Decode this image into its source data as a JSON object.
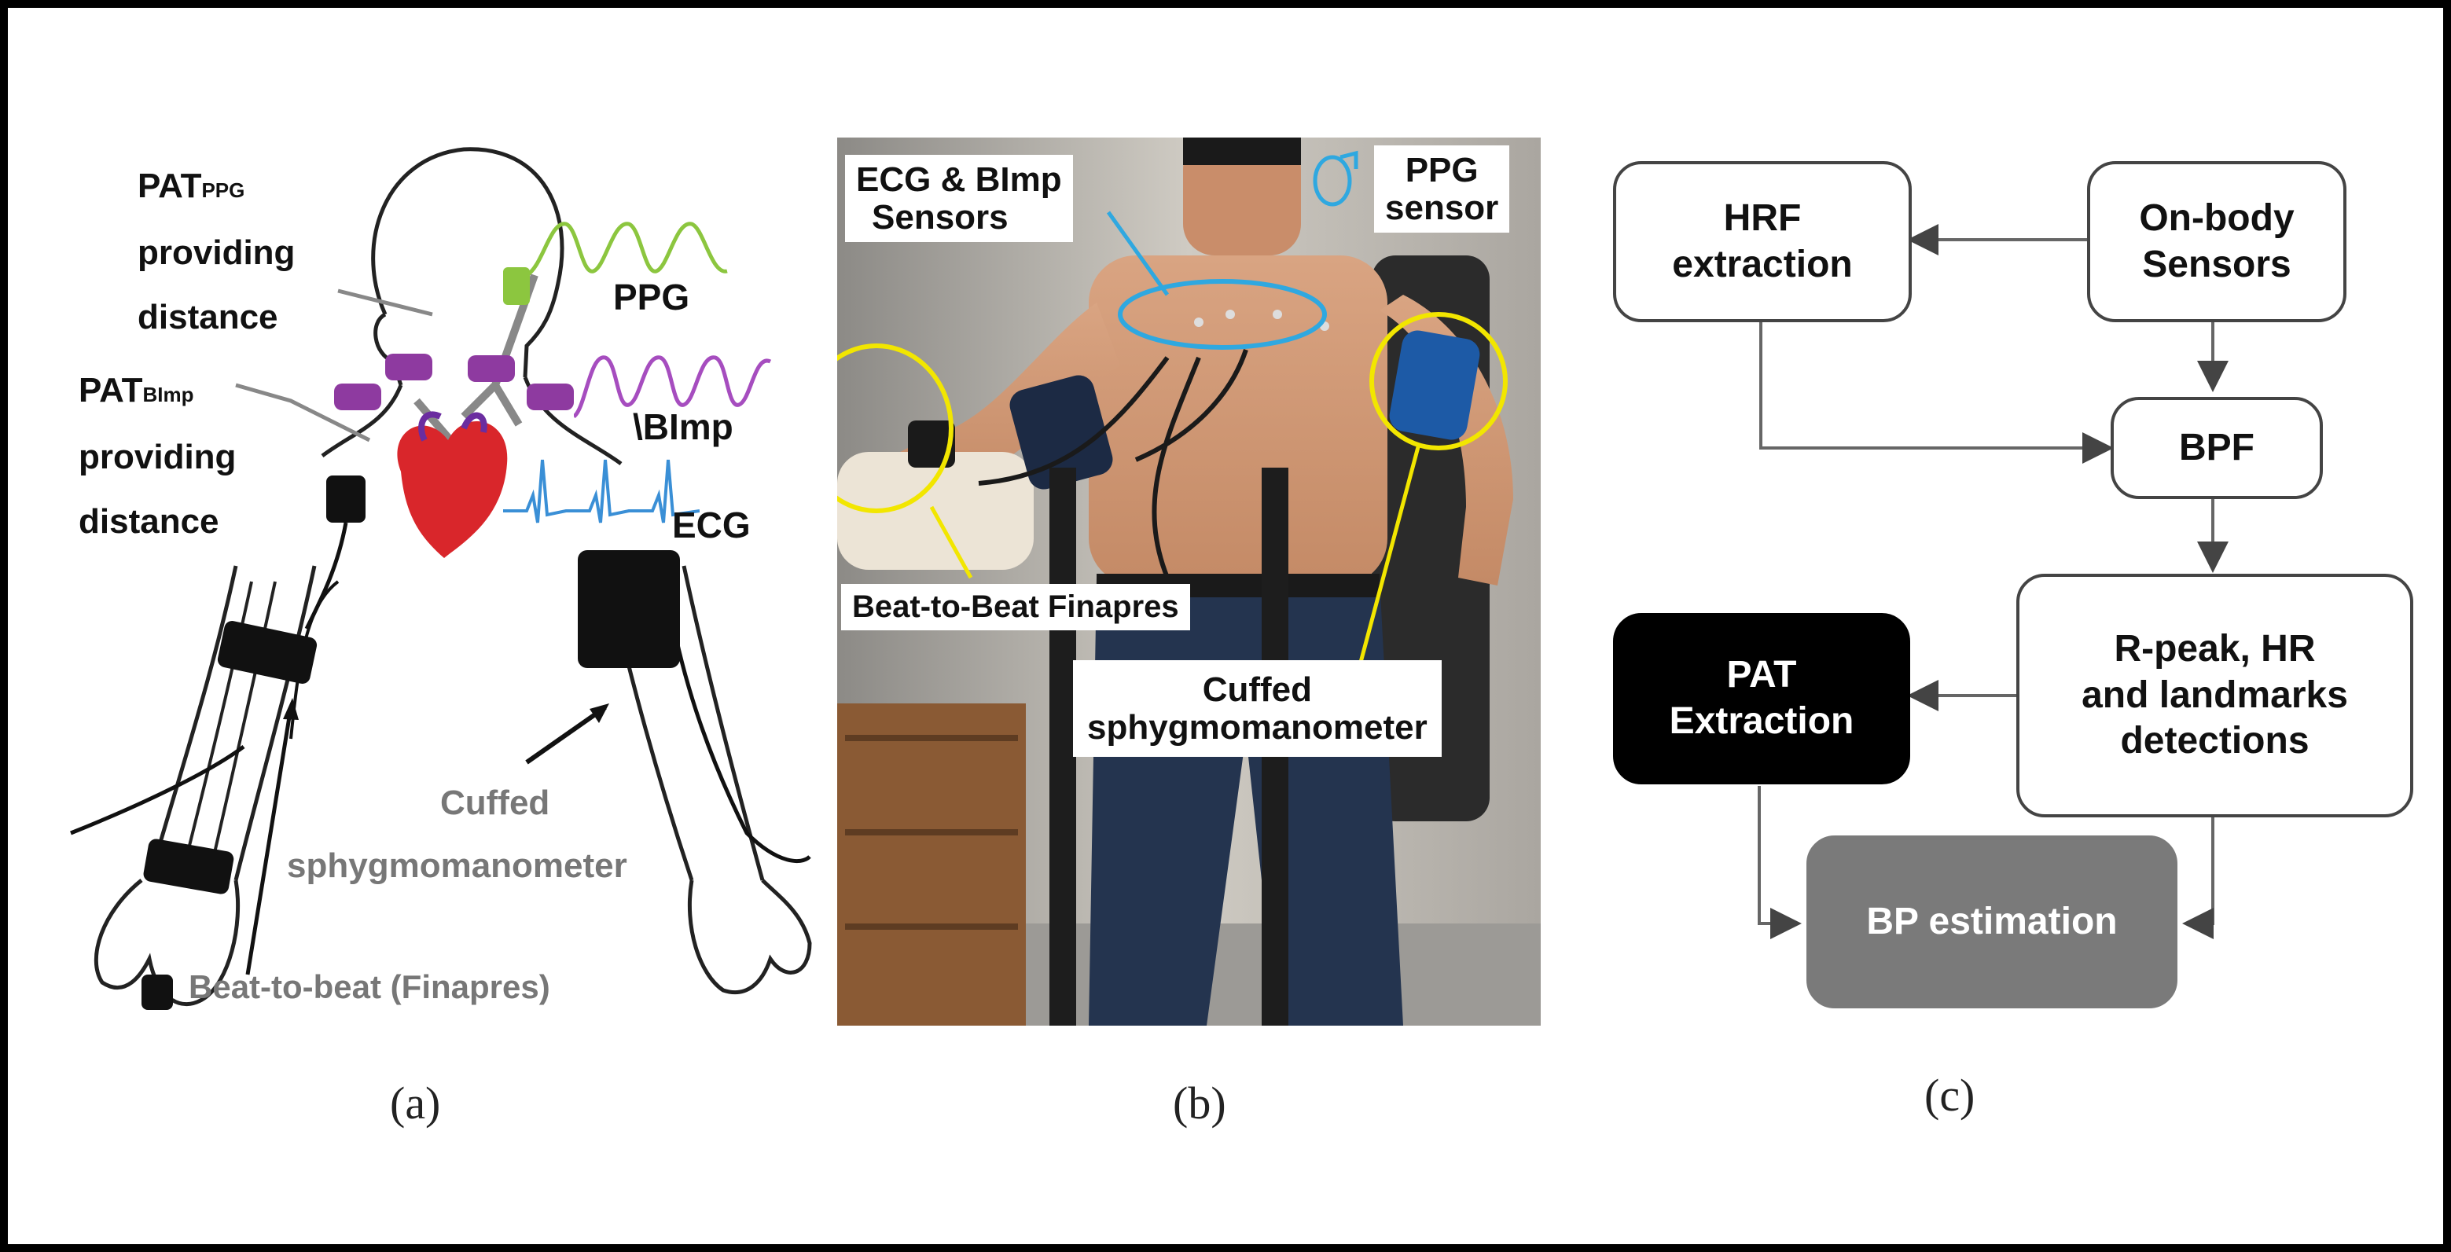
{
  "panel_a": {
    "pat_ppg_main": "PAT",
    "pat_ppg_sub": "PPG",
    "pat_ppg_line2": "providing",
    "pat_ppg_line3": "distance",
    "pat_bimp_main": "PAT",
    "pat_bimp_sub": "BImp",
    "pat_bimp_line2": "providing",
    "pat_bimp_line3": "distance",
    "ppg_label": "PPG",
    "bimp_label": "\\BImp",
    "ecg_label": "ECG",
    "cuffed_line1": "Cuffed",
    "cuffed_line2": "sphygmomanometer",
    "finapres_label": "Beat-to-beat (Finapres)",
    "caption": "(a)",
    "colors": {
      "ppg": "#8cc63f",
      "bimp": "#a64dbf",
      "ecg": "#3a8fd6",
      "heart": "#d9262b",
      "electrode": "#8e3aa0"
    }
  },
  "panel_b": {
    "ecg_bimp_line1": "ECG & BImp",
    "ecg_bimp_line2": "Sensors",
    "ppg_line1": "PPG",
    "ppg_line2": "sensor",
    "finapres_label": "Beat-to-Beat Finapres",
    "cuffed_line1": "Cuffed",
    "cuffed_line2": "sphygmomanometer",
    "caption": "(b)",
    "colors": {
      "highlight_yellow": "#f2e600",
      "highlight_blue": "#2fa8e0"
    }
  },
  "panel_c": {
    "hrf": "HRF\nextraction",
    "sensors": "On-body\nSensors",
    "bpf": "BPF",
    "rpeak": "R-peak, HR\nand landmarks\ndetections",
    "pat": "PAT\nExtraction",
    "bp": "BP estimation",
    "caption": "(c)"
  }
}
